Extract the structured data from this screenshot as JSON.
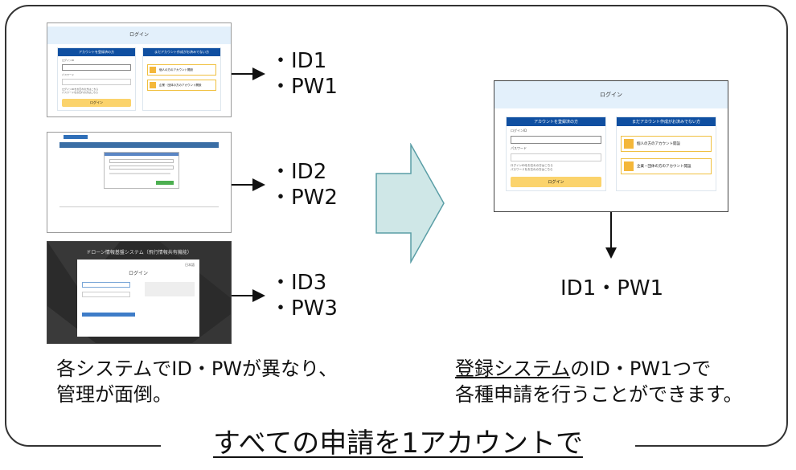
{
  "bottom_title": "すべての申請を1アカウントで",
  "systems": [
    {
      "id_label": "・ID1",
      "pw_label": "・PW1"
    },
    {
      "id_label": "・ID2",
      "pw_label": "・PW2"
    },
    {
      "id_label": "・ID3",
      "pw_label": "・PW3"
    }
  ],
  "left_caption": {
    "line1": "各システムでID・PWが異なり、",
    "line2": "管理が面倒。"
  },
  "right_caption": {
    "line1_underlined": "登録システム",
    "line1_rest": "のID・PW1つで",
    "line2": "各種申請を行うことができます。"
  },
  "result_label": "ID1・PW1",
  "login_page": {
    "title": "ログイン",
    "registered_heading": "アカウントを登録済の方",
    "unregistered_heading": "まだアカウント作成がお済みでない方",
    "login_id_label": "ログインID",
    "password_label": "パスワード",
    "help_line1": "ログインIDをお忘れの方はこちら",
    "help_line2": "パスワードをお忘れの方はこちら",
    "login_button": "ログイン",
    "personal_account": "個人の方のアカウント開設",
    "corporate_account": "企業・団体の方のアカウント開設"
  },
  "screenshot3": {
    "system_title": "ドローン情報基盤システム（飛行情報共有機能）",
    "panel_title": "ログイン",
    "lang": "日本語"
  },
  "colors": {
    "big_arrow_fill": "#cfe7e7",
    "big_arrow_stroke": "#5a9ea6",
    "header_blue": "#0f4fa1",
    "button_yellow": "#fbd36c"
  }
}
